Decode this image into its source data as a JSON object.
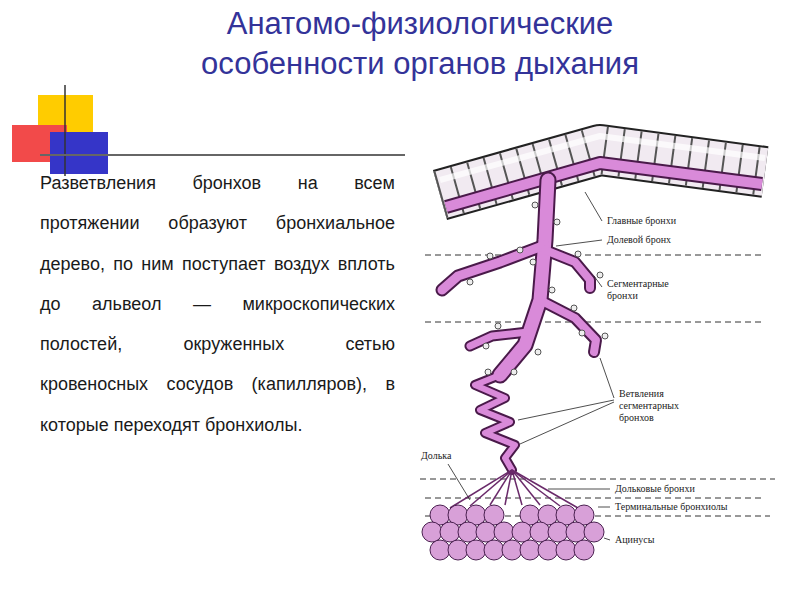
{
  "diagram": {
    "title": "Анатомо-физиологические особенности органов дыхания",
    "labels": [
      "Разветвления бронхов на всем протяжении образуют бронхиальное дерево, по ним поступает воздух вплоть до альвеол — микроскопических полостей, окруженных сетью кровеносных сосудов (капилляров), в которые переходят бронхиолы.",
      "Главные бронхи",
      "Долевой бронх",
      "Сегментарные бронхи",
      "Ветвления сегментарных бронхов",
      "Долька",
      "Дольковые бронхи",
      "Терминальные бронхиолы",
      "Ацинусы"
    ]
  }
}
